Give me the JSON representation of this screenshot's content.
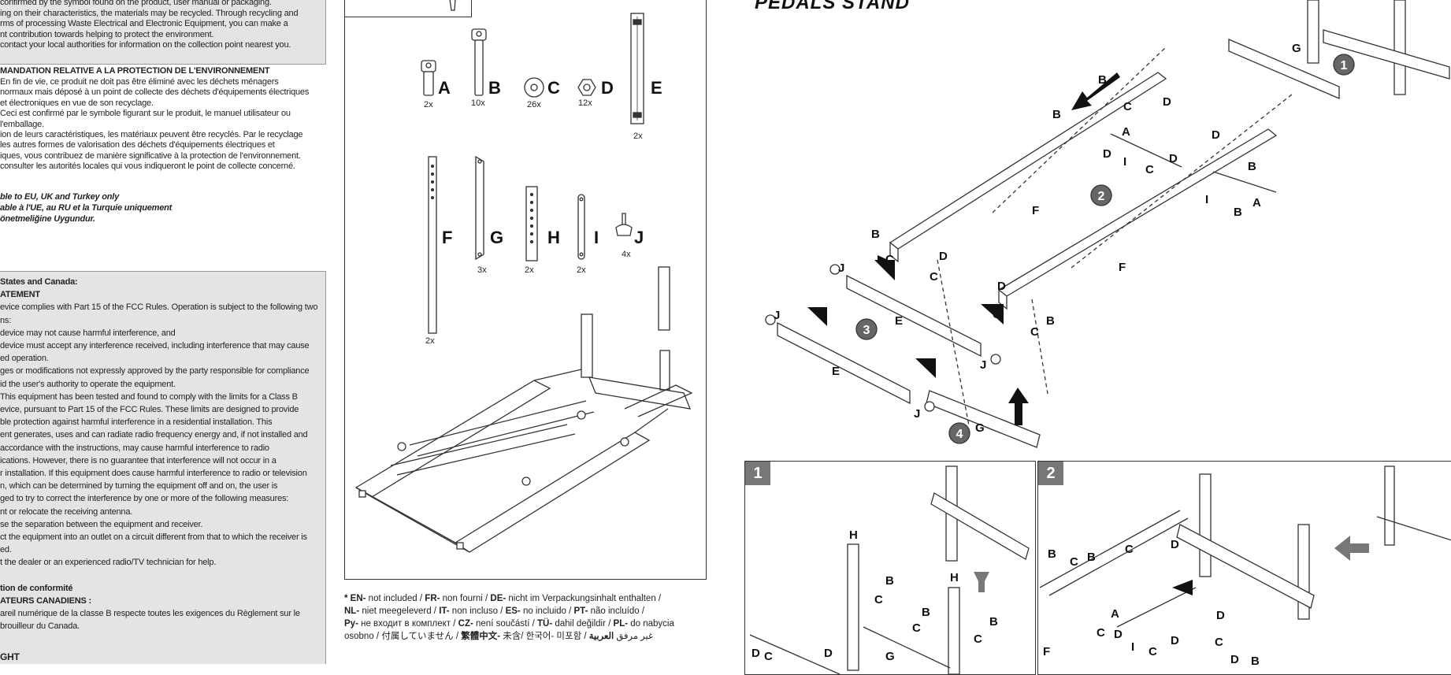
{
  "left_col": {
    "box1_lines": [
      "confirmed by the symbol found on the product, user manual or packaging.",
      "ing on their characteristics, the materials may be recycled.  Through recycling and",
      "rms of processing Waste Electrical and Electronic Equipment, you can make a",
      "nt contribution towards helping to protect the environment.",
      "contact your local authorities for information on the collection point nearest you."
    ],
    "fr_title": "MANDATION RELATIVE A LA PROTECTION DE L'ENVIRONNEMENT",
    "fr_lines": [
      "En fin de vie, ce produit ne doit pas être éliminé avec les déchets ménagers",
      "normaux mais déposé à un point de collecte des déchets d'équipements électriques",
      "et électroniques en vue de son recyclage.",
      "Ceci est confirmé par le symbole figurant sur le produit, le manuel utilisateur ou",
      "l'emballage.",
      "ion de leurs caractéristiques, les matériaux peuvent être recyclés. Par le recyclage",
      "les autres formes de valorisation des déchets d'équipements électriques et",
      "iques, vous contribuez de manière significative à la protection de l'environnement.",
      "consulter les autorités locales qui vous indiqueront le point de collecte concerné."
    ],
    "applicable_lines": [
      "ble to EU, UK and Turkey only",
      "able à l'UE, au RU et la Turquie uniquement",
      "önetmeliğine Uygundur."
    ],
    "box2_lines": [
      {
        "t": "States and Canada:",
        "b": true
      },
      {
        "t": "ATEMENT",
        "b": true
      },
      {
        "t": "evice complies with Part 15 of the FCC Rules. Operation is subject to the following two",
        "b": false
      },
      {
        "t": "ns:",
        "b": false
      },
      {
        "t": "device may not cause harmful interference, and",
        "b": false
      },
      {
        "t": "device must accept any interference received, including interference that may cause",
        "b": false
      },
      {
        "t": "ed operation.",
        "b": false
      },
      {
        "t": "ges or modifications not expressly approved by the party responsible for compliance",
        "b": false
      },
      {
        "t": "id the user's authority to operate the equipment.",
        "b": false
      },
      {
        "t": "This equipment has been tested and found to comply with the limits for a Class B",
        "b": false
      },
      {
        "t": "evice, pursuant to Part 15 of the FCC Rules. These limits are designed to provide",
        "b": false
      },
      {
        "t": "ble protection against harmful interference in a residential installation. This",
        "b": false
      },
      {
        "t": "ent generates, uses and can radiate radio frequency energy and, if not installed and",
        "b": false
      },
      {
        "t": "accordance with the instructions, may cause harmful interference to radio",
        "b": false
      },
      {
        "t": "ications. However, there is no guarantee that interference will not occur in a",
        "b": false
      },
      {
        "t": "r installation. If this equipment does cause harmful interference to radio or television",
        "b": false
      },
      {
        "t": "n, which can be determined by turning the equipment off and on, the user is",
        "b": false
      },
      {
        "t": "ged to try to correct the interference by one or more of the following measures:",
        "b": false
      },
      {
        "t": "nt or relocate the receiving antenna.",
        "b": false
      },
      {
        "t": "se the separation between the equipment and receiver.",
        "b": false
      },
      {
        "t": "ct the equipment into an outlet on a circuit different from that to which the receiver is",
        "b": false
      },
      {
        "t": "ed.",
        "b": false
      },
      {
        "t": "t the dealer or an experienced radio/TV technician for help.",
        "b": false
      },
      {
        "t": "",
        "b": false
      },
      {
        "t": "tion de conformité",
        "b": true
      },
      {
        "t": "ATEURS CANADIENS :",
        "b": true
      },
      {
        "t": "areil numérique de la classe B respecte toutes les exigences du Règlement sur le",
        "b": false
      },
      {
        "t": "brouilleur du Canada.",
        "b": false
      }
    ],
    "bottom_heading": "GHT"
  },
  "parts": [
    {
      "letter": "A",
      "qty": "2x"
    },
    {
      "letter": "B",
      "qty": "10x"
    },
    {
      "letter": "C",
      "qty": "26x"
    },
    {
      "letter": "D",
      "qty": "12x"
    },
    {
      "letter": "E",
      "qty": "2x"
    },
    {
      "letter": "F",
      "qty": "2x"
    },
    {
      "letter": "G",
      "qty": "3x"
    },
    {
      "letter": "H",
      "qty": "2x"
    },
    {
      "letter": "I",
      "qty": "2x"
    },
    {
      "letter": "J",
      "qty": "4x"
    }
  ],
  "notes": [
    [
      {
        "b": "* EN-",
        "t": " not included / "
      },
      {
        "b": "FR-",
        "t": " non fourni / "
      },
      {
        "b": "DE-",
        "t": " nicht im Verpackungsinhalt enthalten /"
      }
    ],
    [
      {
        "b": "NL-",
        "t": " niet meegeleverd / "
      },
      {
        "b": "IT-",
        "t": " non incluso / "
      },
      {
        "b": "ES-",
        "t": " no incluido / "
      },
      {
        "b": "PT-",
        "t": " não incluído /"
      }
    ],
    [
      {
        "b": "Py-",
        "t": " не входит в комплект  / "
      },
      {
        "b": "CZ-",
        "t": " není součástí / "
      },
      {
        "b": "TÜ-",
        "t": " dahil değildir / "
      },
      {
        "b": "PL-",
        "t": " do nabycia"
      }
    ],
    [
      {
        "b": "",
        "t": "osobno / 付属していません / "
      },
      {
        "b": "繁體中文-",
        "t": " 未含/ 한국어- 미포함 / غير مرفق "
      },
      {
        "b": "العربية",
        "t": ""
      }
    ]
  ],
  "brand_title": "PEDALS STAND",
  "assembly_labels": {
    "callouts": [
      "1",
      "2",
      "3",
      "4"
    ],
    "letters": [
      "A",
      "B",
      "C",
      "D",
      "E",
      "F",
      "G",
      "H",
      "I",
      "J"
    ]
  },
  "steps": [
    {
      "num": "1"
    },
    {
      "num": "2"
    }
  ]
}
